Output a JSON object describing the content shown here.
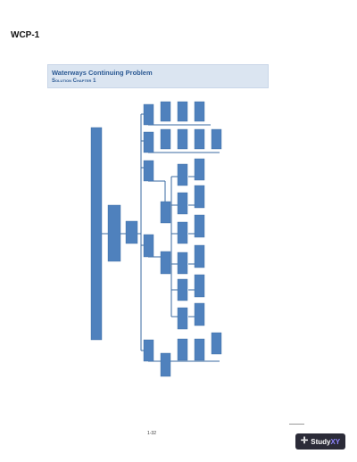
{
  "heading": "WCP-1",
  "banner": {
    "title": "Waterways Continuing Problem",
    "subtitle": "Solution Chapter 1"
  },
  "diagram": {
    "kind": "organization-chart",
    "box_color": "#4f81bd"
  },
  "footer": {
    "page_number": "1-32"
  },
  "brand": {
    "icon": "plus-icon",
    "name_a": "Study",
    "name_b": "XY"
  }
}
